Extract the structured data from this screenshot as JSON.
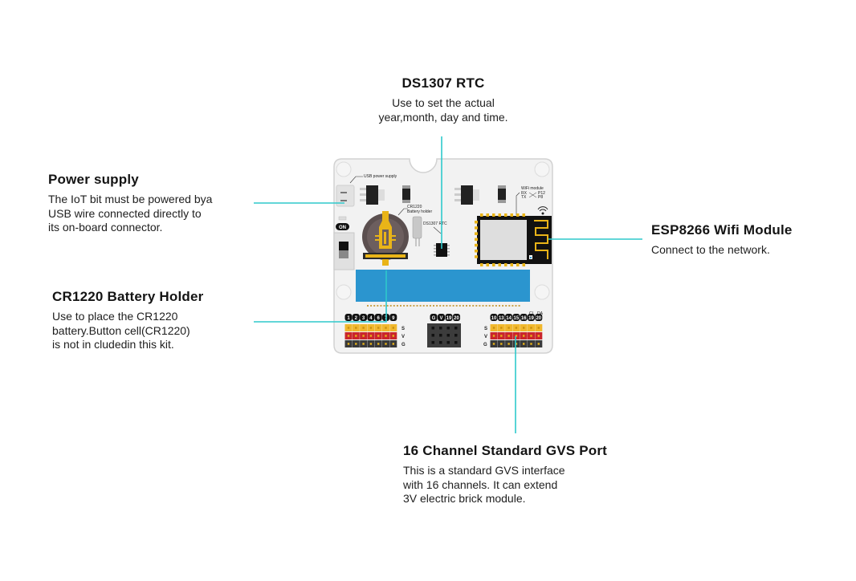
{
  "callouts": {
    "rtc": {
      "title": "DS1307 RTC",
      "desc": "Use to set the actual\nyear,month, day and time."
    },
    "power": {
      "title": "Power supply",
      "desc": "The IoT bit must be powered bya\nUSB wire connected directly to\nits on-board connector."
    },
    "battery": {
      "title": "CR1220 Battery Holder",
      "desc": "Use to place the CR1220\nbattery.Button cell(CR1220)\nis not in cludedin this kit."
    },
    "wifi": {
      "title": "ESP8266 Wifi Module",
      "desc": "Connect to the network."
    },
    "gvs": {
      "title": "16 Channel Standard GVS Port",
      "desc": "This is a standard GVS interface\nwith 16 channels. It can extend\n3V electric brick module."
    }
  },
  "board": {
    "labels": {
      "usb": "USB power supply",
      "battery_holder_1": "CR1220",
      "battery_holder_2": "Battery holder",
      "rtc": "DS1307 RTC",
      "wifi_module": "WiFi module",
      "rx": "RX",
      "tx": "TX",
      "p12": "P12",
      "p8": "P8",
      "on": "ON",
      "row_s": "S",
      "row_v": "V",
      "row_g": "G",
      "cl": "CL",
      "da": "DA"
    },
    "left_pins": [
      "1",
      "2",
      "3",
      "4",
      "6",
      "7",
      "9"
    ],
    "middle_pins": [
      "G",
      "V",
      "19",
      "20"
    ],
    "right_pins": [
      "10",
      "13",
      "14",
      "15",
      "16",
      "19",
      "20"
    ]
  },
  "colors": {
    "leader_line": "#2ec9cc",
    "board": "#f2f2f2",
    "board_border": "#d2d2d2",
    "blue_connector": "#2b95cf",
    "header_yellow": "#f1b82d",
    "header_red": "#c9262b",
    "header_black": "#3a3a3a",
    "gold": "#e9b418"
  }
}
